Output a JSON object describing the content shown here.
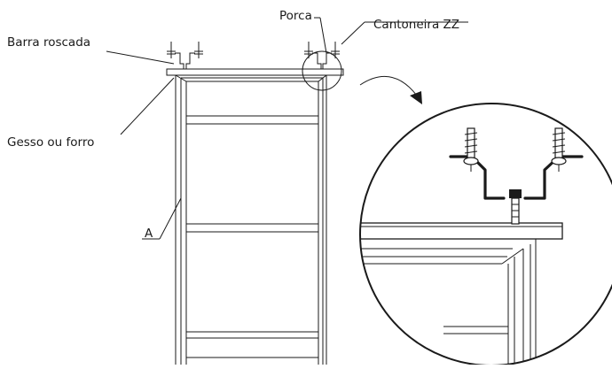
{
  "labels": {
    "threaded_rod": "Barra roscada",
    "nut": "Porca",
    "z_bracket": "Cantoneira ZZ",
    "ceiling": "Gesso ou forro",
    "panel": "A"
  }
}
